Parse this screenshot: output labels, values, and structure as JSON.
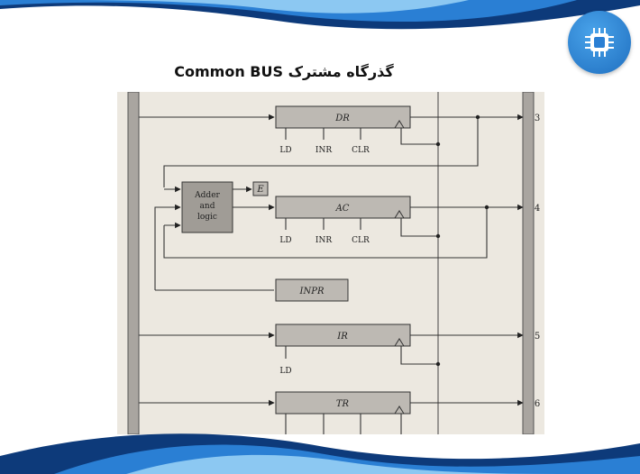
{
  "slide": {
    "title": "گذرگاه مشترک Common BUS",
    "badge_icon": "cpu-chip-icon",
    "colors": {
      "accent": "#1f6fc0",
      "dark_blue": "#0d3a7a",
      "light_blue": "#6fb6ef"
    }
  },
  "diagram": {
    "registers": {
      "dr": "DR",
      "ac": "AC",
      "inpr": "INPR",
      "ir": "IR",
      "tr": "TR"
    },
    "adder": [
      "Adder",
      "and",
      "logic"
    ],
    "e_flag": "E",
    "controls": {
      "ld": "LD",
      "inr": "INR",
      "clr": "CLR"
    },
    "bus_numbers": [
      "3",
      "4",
      "5",
      "6"
    ]
  }
}
